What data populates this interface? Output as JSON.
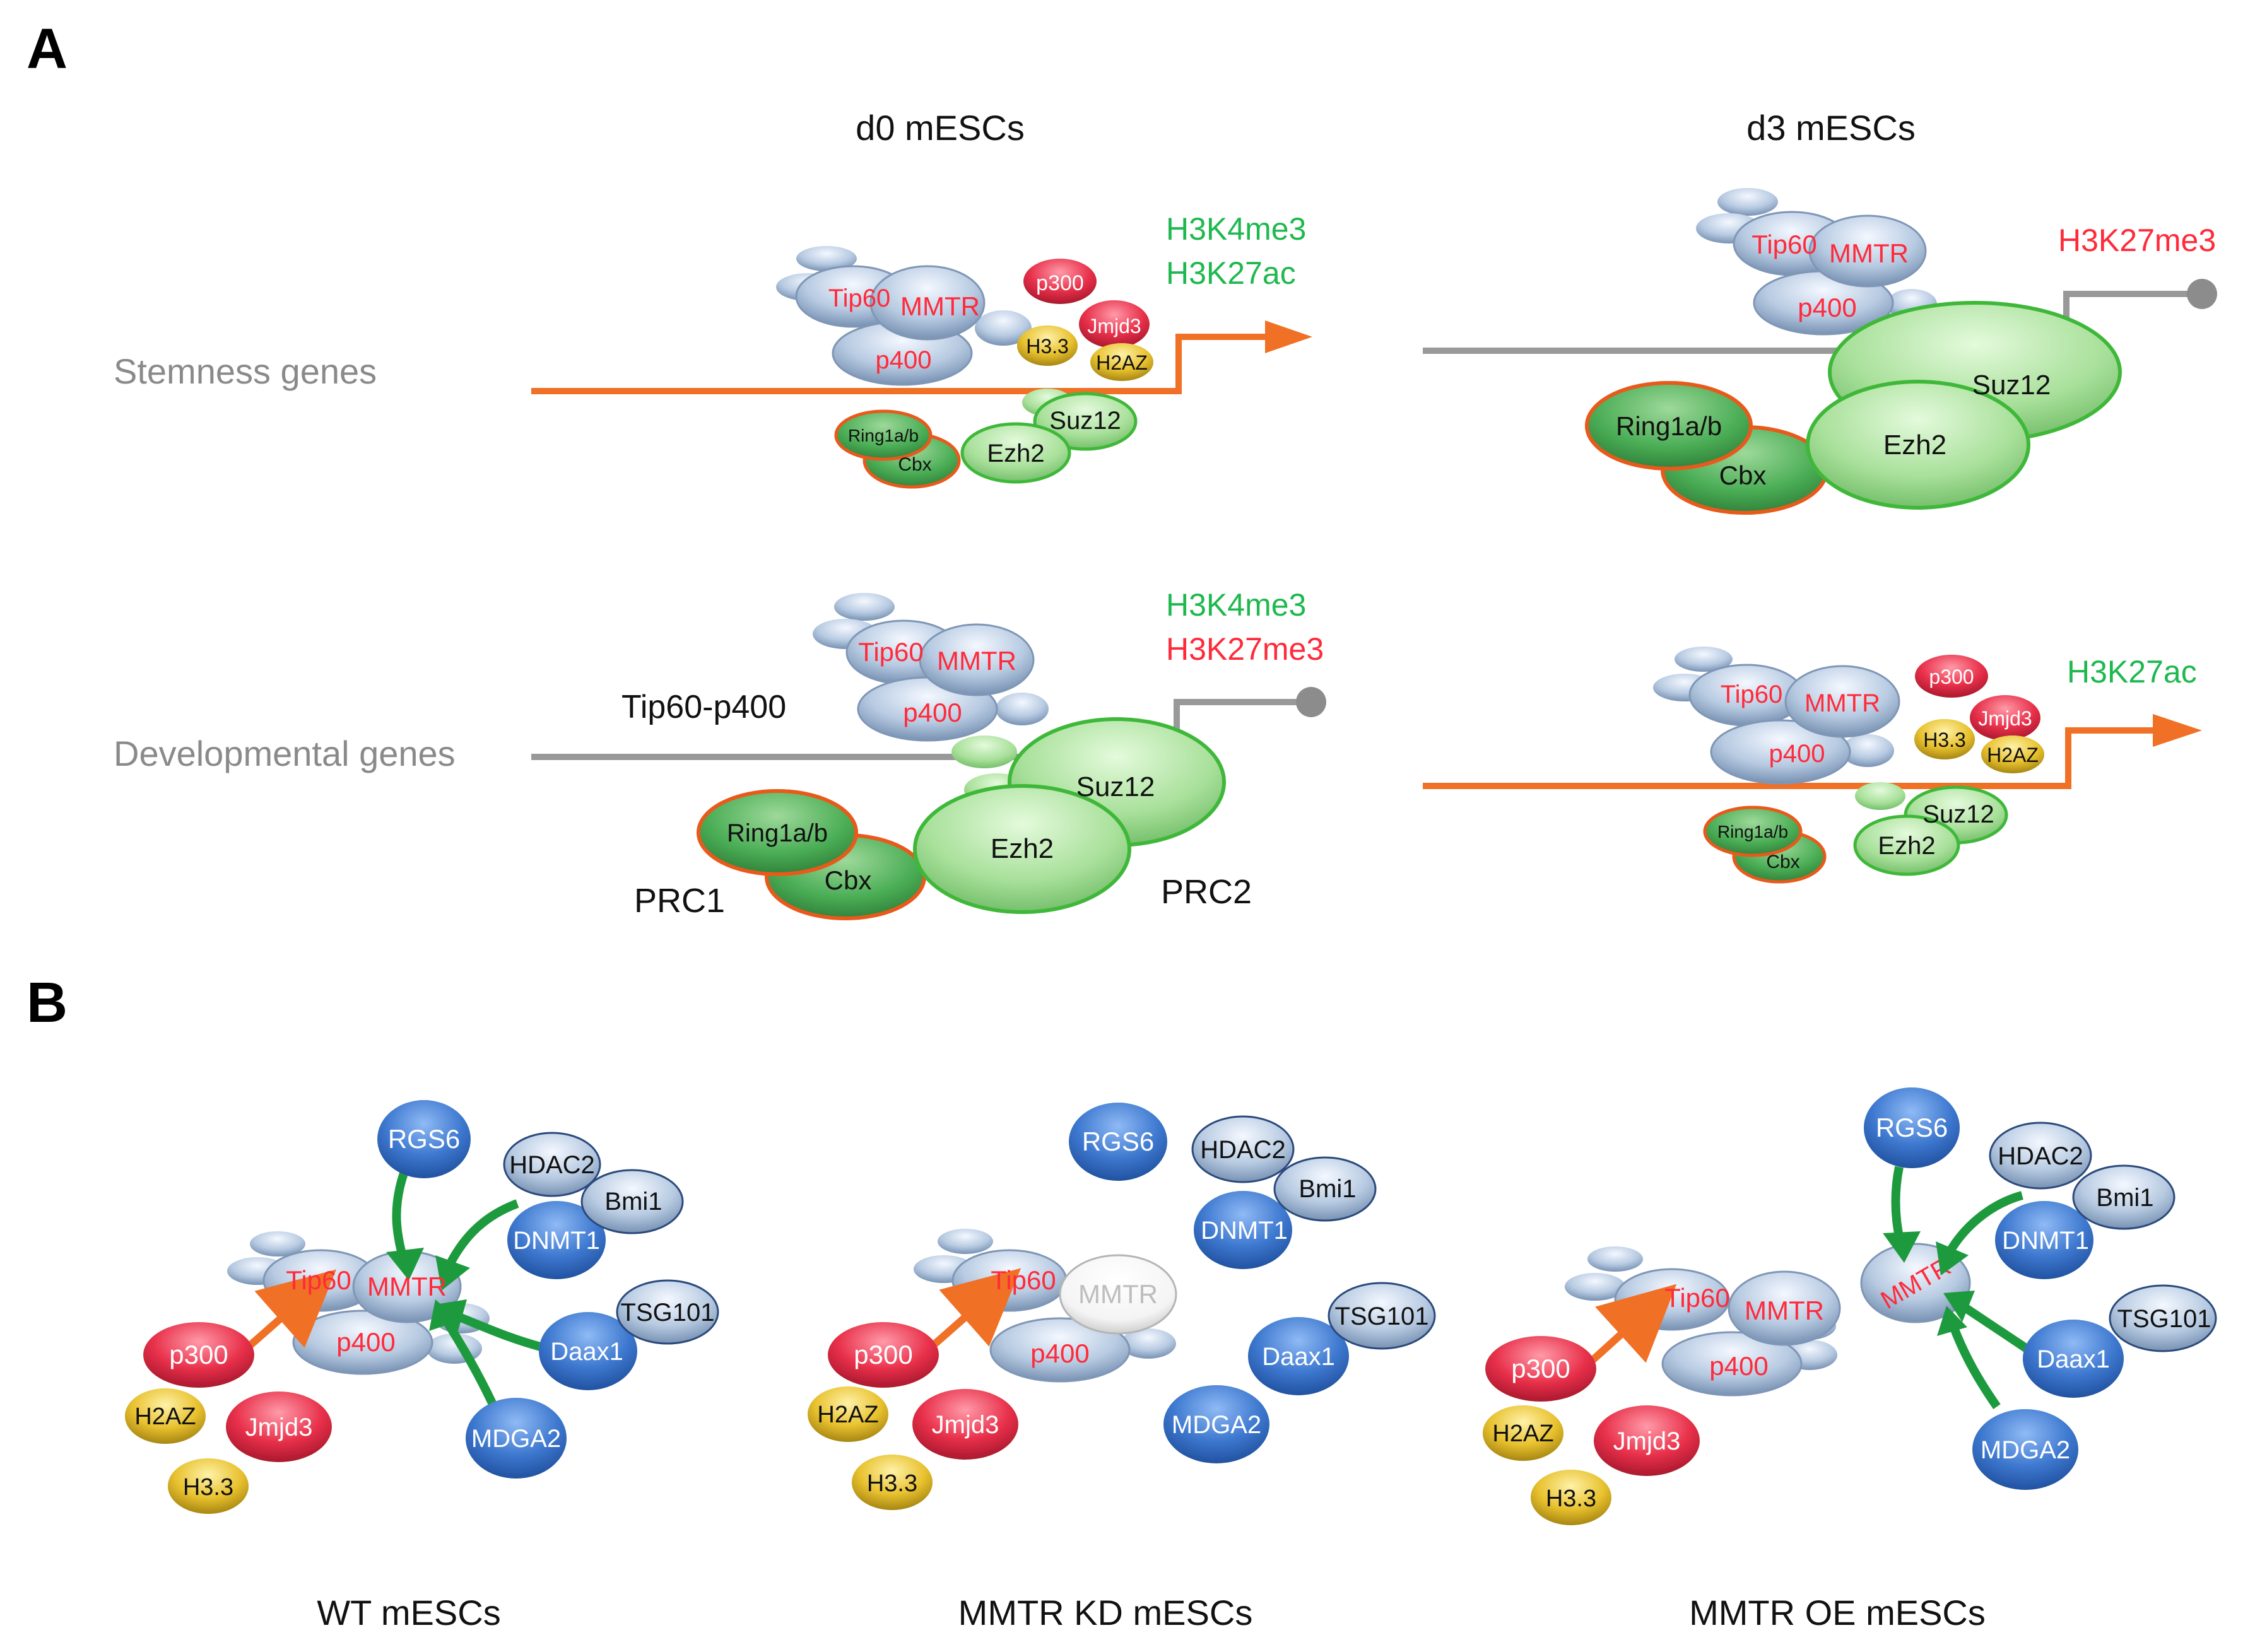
{
  "panels": {
    "a": "A",
    "b": "B"
  },
  "colors": {
    "blue_light": "#b8cbe2",
    "blue_dark": "#3d78cf",
    "green": "#a8e09a",
    "green_dark": "#46a852",
    "red": "#e8304a",
    "yellow": "#e8c12e",
    "orange": "#f07025",
    "gray_line": "#999999",
    "green_text": "#1fb84f",
    "red_text": "#ff2a3a"
  },
  "panel_a": {
    "col_d0": "d0 mESCs",
    "col_d3": "d3 mESCs",
    "row_stemness": "Stemness genes",
    "row_developmental": "Developmental genes",
    "complex_tip60": "Tip60-p400",
    "complex_prc1": "PRC1",
    "complex_prc2": "PRC2",
    "marks": {
      "d0_stem_1": "H3K4me3",
      "d0_stem_2": "H3K27ac",
      "d3_stem": "H3K27me3",
      "d0_dev_1": "H3K4me3",
      "d0_dev_2": "H3K27me3",
      "d3_dev": "H3K27ac"
    },
    "proteins": {
      "tip60": "Tip60",
      "mmtr": "MMTR",
      "p400": "p400",
      "p300": "p300",
      "jmjd3": "Jmjd3",
      "h33": "H3.3",
      "h2az": "H2AZ",
      "ring1ab": "Ring1a/b",
      "cbx": "Cbx",
      "suz12": "Suz12",
      "ezh2": "Ezh2"
    }
  },
  "panel_b": {
    "conditions": [
      "WT mESCs",
      "MMTR KD mESCs",
      "MMTR OE mESCs"
    ],
    "proteins": {
      "rgs6": "RGS6",
      "hdac2": "HDAC2",
      "bmi1": "Bmi1",
      "dnmt1": "DNMT1",
      "tsg101": "TSG101",
      "daax1": "Daax1",
      "mdga2": "MDGA2",
      "tip60": "Tip60",
      "mmtr": "MMTR",
      "p400": "p400",
      "p300": "p300",
      "h2az": "H2AZ",
      "jmjd3": "Jmjd3",
      "h33": "H3.3"
    }
  }
}
